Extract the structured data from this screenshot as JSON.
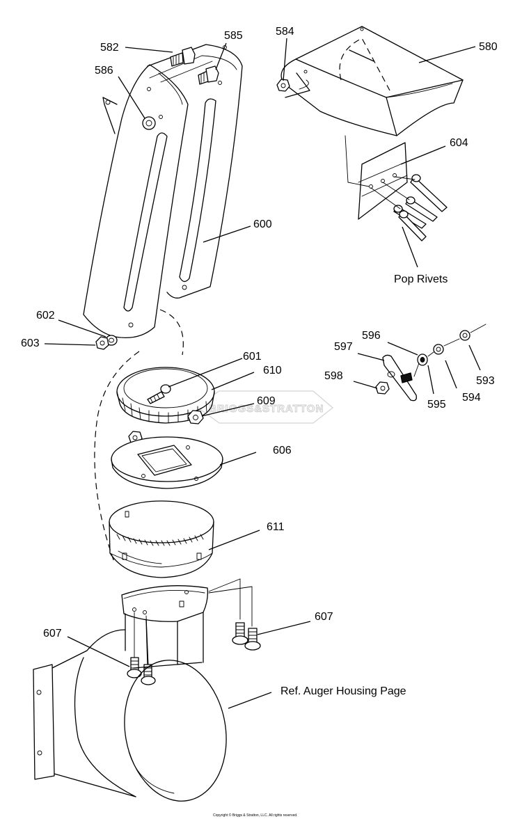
{
  "labels": {
    "p580": "580",
    "p582": "582",
    "p584": "584",
    "p585": "585",
    "p586": "586",
    "p593": "593",
    "p594": "594",
    "p595": "595",
    "p596": "596",
    "p597": "597",
    "p598": "598",
    "p600": "600",
    "p601": "601",
    "p602": "602",
    "p603": "603",
    "p604": "604",
    "p606": "606",
    "p607a": "607",
    "p607b": "607",
    "p609": "609",
    "p610": "610",
    "p611": "611"
  },
  "notes": {
    "pop_rivets": "Pop Rivets",
    "ref_auger": "Ref. Auger Housing Page"
  },
  "watermark": "BRIGGS&STRATTON",
  "copyright": "Copyright © Briggs & Stratton, LLC. All rights reserved.",
  "colors": {
    "line": "#000000",
    "watermark": "#c9c9c9",
    "background": "#ffffff"
  }
}
